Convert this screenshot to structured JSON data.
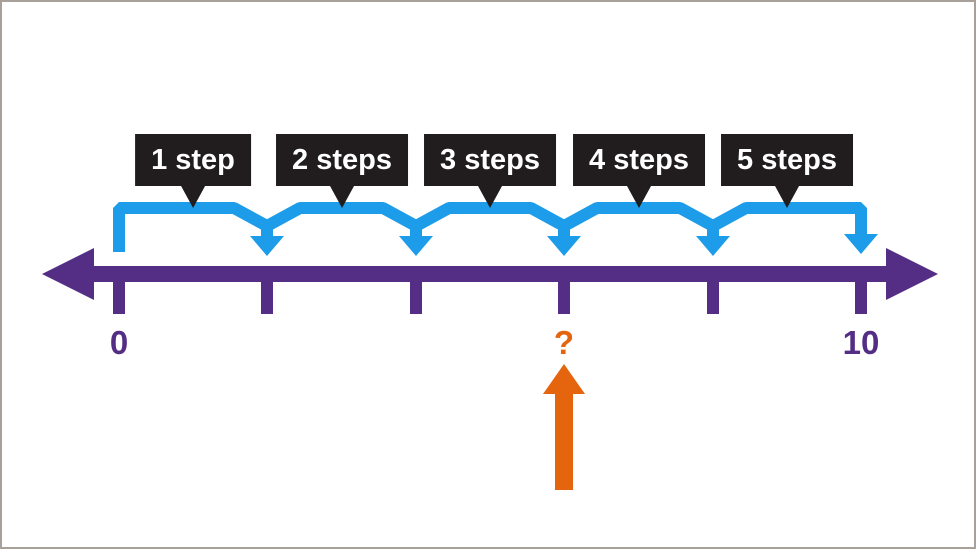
{
  "step_labels": [
    "1 step",
    "2 steps",
    "3 steps",
    "4 steps",
    "5 steps"
  ],
  "tick_labels": {
    "start": "0",
    "unknown": "?",
    "end": "10"
  },
  "colors": {
    "line_purple": "#542d85",
    "step_blue": "#1d9ce9",
    "highlight_orange": "#e5650e",
    "label_black": "#211d1e",
    "label_text": "#ffffff",
    "border_gray": "#a7a199",
    "background": "#ffffff"
  }
}
